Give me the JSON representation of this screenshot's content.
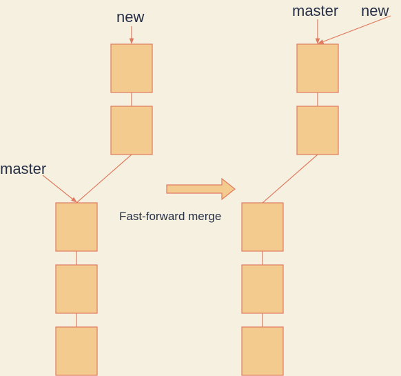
{
  "diagram": {
    "colors": {
      "background": "#F5F0DF",
      "commit_fill": "#F4CB8E",
      "commit_stroke": "#E07A5F",
      "edge": "#E07A5F",
      "arrow_fill": "#F4CB8E",
      "text": "#283048"
    },
    "before": {
      "new_label": "new",
      "master_label": "master"
    },
    "after": {
      "master_label": "master",
      "new_label": "new"
    },
    "caption": "Fast-forward merge"
  }
}
